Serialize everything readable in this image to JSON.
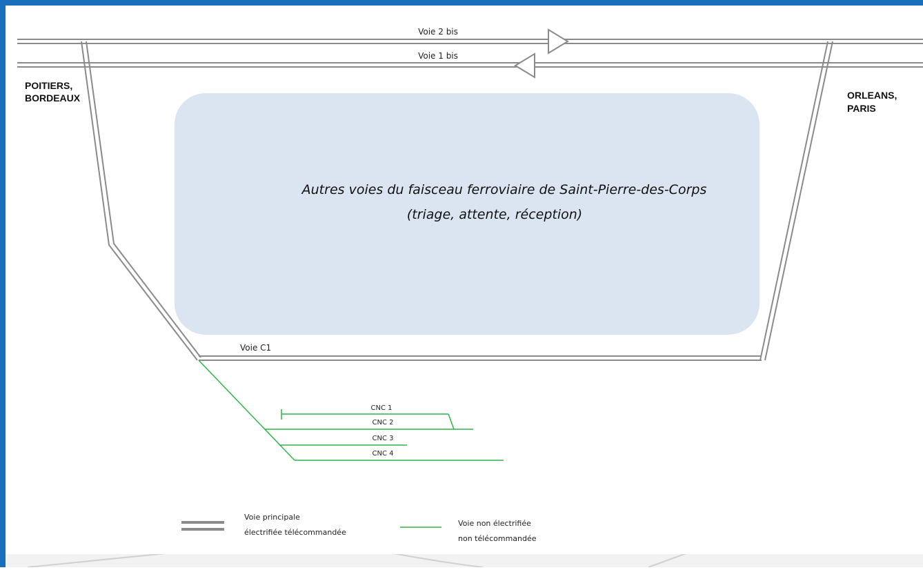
{
  "tracks": {
    "voie_2_bis": "Voie 2 bis",
    "voie_1_bis": "Voie 1 bis",
    "voie_c1": "Voie C1",
    "cnc_1": "CNC 1",
    "cnc_2": "CNC 2",
    "cnc_3": "CNC 3",
    "cnc_4": "CNC 4"
  },
  "destinations": {
    "west_line1": "POITIERS,",
    "west_line2": "BORDEAUX",
    "east_line1": "ORLEANS,",
    "east_line2": "PARIS"
  },
  "yard": {
    "line1": "Autres voies du faisceau ferroviaire de Saint-Pierre-des-Corps",
    "line2": "(triage, attente, réception)"
  },
  "legend": {
    "main_line1": "Voie principale",
    "main_line2": "électrifiée télécommandée",
    "secondary_line1": "Voie non électrifiée",
    "secondary_line2": "non télécommandée"
  },
  "colors": {
    "frame": "#1a6fbd",
    "main_track": "#8a8a8a",
    "secondary_track": "#2db44a",
    "yard_fill": "#dbe5f1"
  }
}
